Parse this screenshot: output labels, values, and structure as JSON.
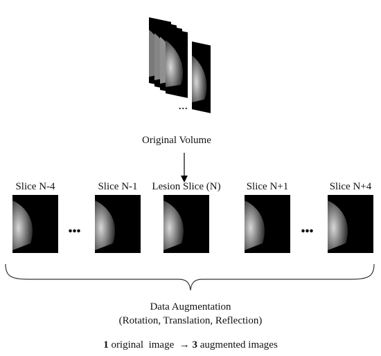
{
  "volume_label": "Original Volume",
  "stack_dots": "...",
  "slices": [
    {
      "label": "Slice N-4"
    },
    {
      "label": "Slice N-1"
    },
    {
      "label": "Lesion Slice (N)"
    },
    {
      "label": "Slice N+1"
    },
    {
      "label": "Slice N+4"
    }
  ],
  "gap_ellipsis": "...",
  "augmentation": {
    "title": "Data Augmentation",
    "methods": "(Rotation, Translation, Reflection)"
  },
  "result": {
    "original_count": "1",
    "original_text": " original  image  → ",
    "augmented_count": "3",
    "augmented_text": " augmented images"
  }
}
